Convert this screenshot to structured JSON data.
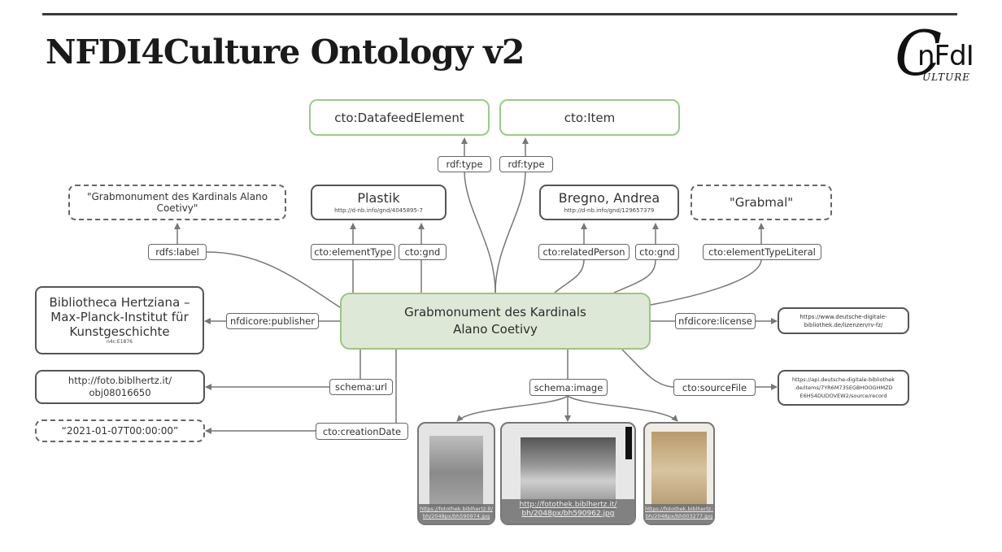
{
  "slide": {
    "title": "NFDI4Culture Ontology v2",
    "logo": {
      "big_letter": "C",
      "letters": "nFdI",
      "subtitle": "ULTURE"
    }
  },
  "colors": {
    "class_border": "#9cc98a",
    "center_fill": "#dde9d6",
    "center_border": "#98c683",
    "edge": "#777777"
  },
  "diagram": {
    "center": {
      "line1": "Grabmonument des Kardinals",
      "line2": "Alano Coetivy"
    },
    "classes": [
      {
        "label": "cto:DatafeedElement"
      },
      {
        "label": "cto:Item"
      }
    ],
    "resources": {
      "plastik": {
        "label": "Plastik",
        "uri": "http://d-nb.info/gnd/4045895-7"
      },
      "bregno": {
        "label": "Bregno, Andrea",
        "uri": "http://d-nb.info/gnd/129657379"
      },
      "publisher": {
        "line1": "Bibliotheca Hertziana –",
        "line2": "Max-Planck-Institut für",
        "line3": "Kunstgeschichte",
        "id": "n4c:E1876"
      },
      "url": {
        "line1": "http://foto.biblhertz.it/",
        "line2": "obj08016650"
      },
      "license": {
        "line1": "https://www.deutsche-digitale-",
        "line2": "bibliothek.de/lizenzen/rv-fz/"
      },
      "source": {
        "line1": "https://api.deutsche-digitale-bibliothek",
        "line2": ".de/items/7YR6M735EGBHOOGHMZD",
        "line3": "E6HS4DUDOVEW2/source/record"
      }
    },
    "literals": {
      "label": "\"Grabmonument des Kardinals Alano Coetivy\"",
      "type_literal": "\"Grabmal\"",
      "date": "“2021-01-07T00:00:00”"
    },
    "properties": {
      "rdf_type_1": "rdf:type",
      "rdf_type_2": "rdf:type",
      "rdfs_label": "rdfs:label",
      "element_type": "cto:elementType",
      "gnd_1": "cto:gnd",
      "related_person": "cto:relatedPerson",
      "gnd_2": "cto:gnd",
      "element_type_literal": "cto:elementTypeLiteral",
      "publisher": "nfdicore:publisher",
      "license": "nfdicore:license",
      "url": "schema:url",
      "image": "schema:image",
      "source_file": "cto:sourceFile",
      "creation_date": "cto:creationDate"
    },
    "images": [
      {
        "caption_line1": "https://fotothek.biblhertz.it/",
        "caption_line2": "bh/2048px/bh590974.jpg"
      },
      {
        "caption_line1": "http://fotothek.biblhertz.it/",
        "caption_line2": "bh/2048px/bh590962.jpg"
      },
      {
        "caption_line1": "https://fotothek.biblhertz.it/",
        "caption_line2": "bh/2048px/bh003277.jpg"
      }
    ]
  }
}
